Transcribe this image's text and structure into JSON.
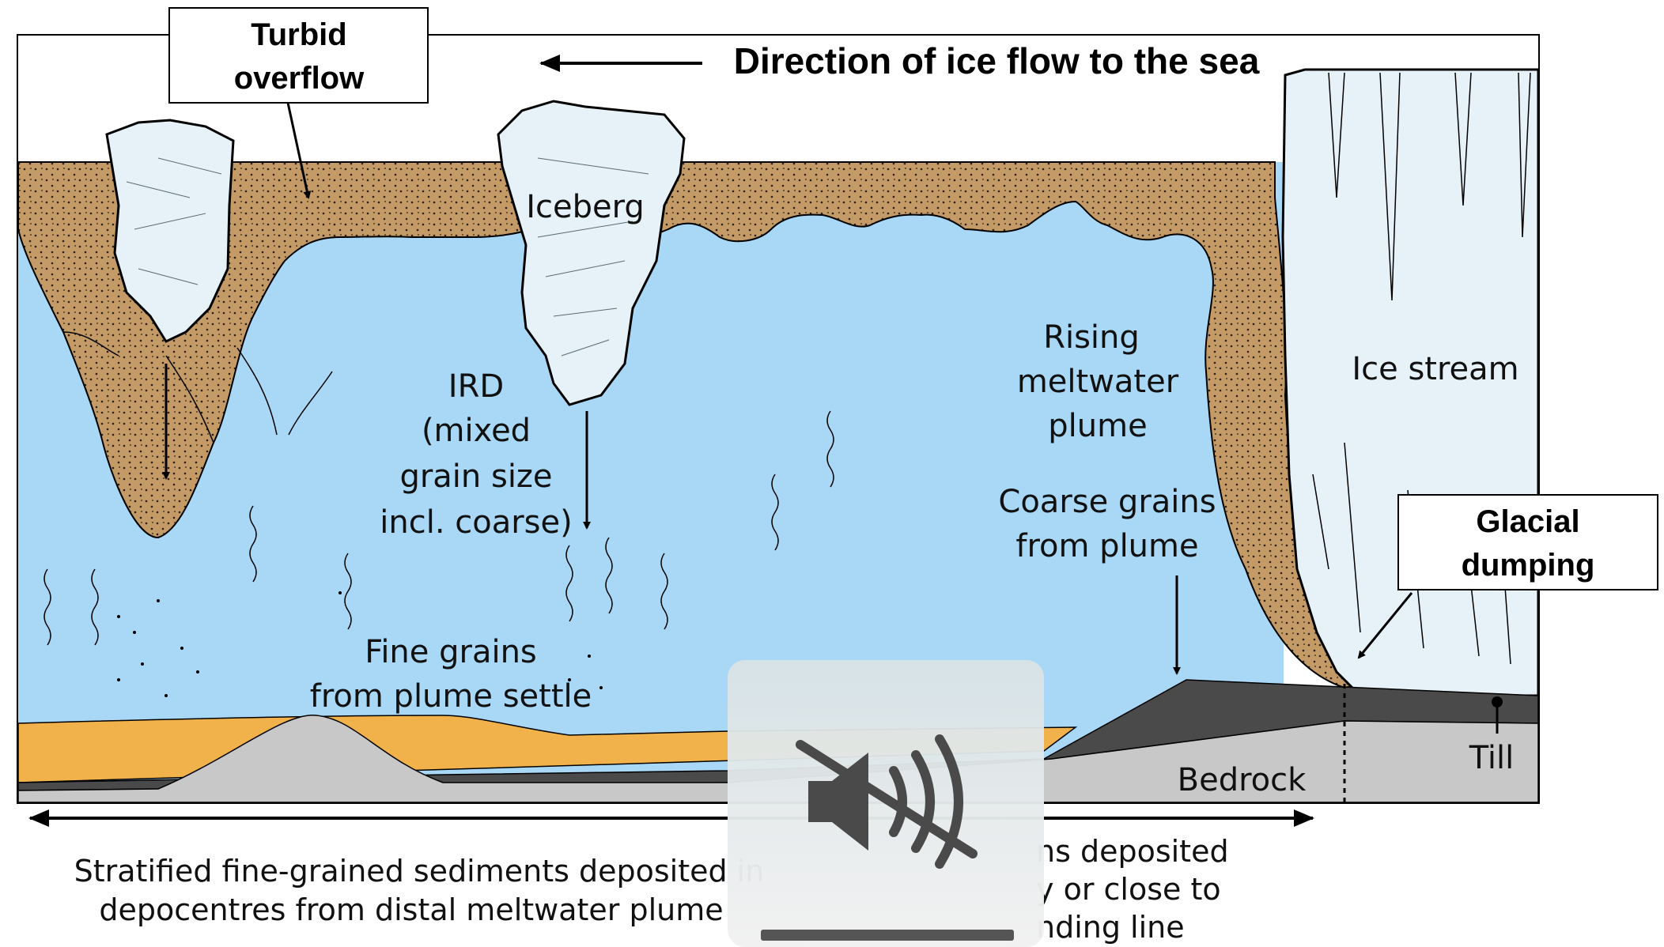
{
  "title": "Direction of ice flow to the sea",
  "labels": {
    "turbid_overflow_line1": "Turbid",
    "turbid_overflow_line2": "overflow",
    "iceberg": "Iceberg",
    "ird_line1": "IRD",
    "ird_line2": "(mixed",
    "ird_line3": "grain size",
    "ird_line4": "incl. coarse)",
    "rising_line1": "Rising",
    "rising_line2": "meltwater",
    "rising_line3": "plume",
    "coarse_line1": "Coarse grains",
    "coarse_line2": "from plume",
    "fine_line1": "Fine grains",
    "fine_line2": "from plume settle",
    "ice_stream": "Ice stream",
    "glacial_dumping_line1": "Glacial",
    "glacial_dumping_line2": "dumping",
    "bedrock": "Bedrock",
    "till": "Till"
  },
  "captions": {
    "left_line1": "Stratified fine-grained sediments deposited in",
    "left_line2": "depocentres from distal meltwater plume",
    "right_line1": "ns deposited",
    "right_line2": "y or close to",
    "right_line3": "nding line"
  },
  "overlay": {
    "icon": "speaker-muted-icon",
    "volume_level": 0
  },
  "colors": {
    "water": "#a8d8f5",
    "sediment_plume": "#c49a66",
    "ice": "#e6f2f8",
    "fine_layer": "#f2b24b",
    "dark_layer": "#4a4a4a",
    "bedrock": "#c8c8c8",
    "till": "#3c3c3c"
  }
}
